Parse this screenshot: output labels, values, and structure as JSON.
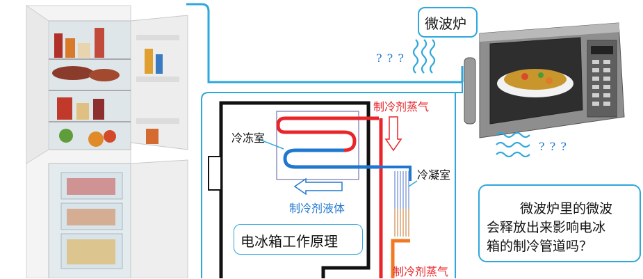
{
  "labels": {
    "microwave": "微波炉",
    "waves_q_top": "? ? ?",
    "waves_q_right": "? ? ?",
    "vapor_top": "制冷剂蒸气",
    "vapor_bottom": "制冷剂蒸气",
    "freezer": "冷冻室",
    "condenser": "冷凝室",
    "liquid": "制冷剂液体",
    "title": "电冰箱工作原理"
  },
  "question": {
    "line1": "微波炉里的微波",
    "line2": "会释放出来影响电冰",
    "line3": "箱的制冷管道吗？"
  },
  "colors": {
    "frame_blue": "#2ea7dc",
    "pipe_red": "#e8262a",
    "pipe_blue": "#1f77d0",
    "red_text": "#e8262a",
    "blue_text": "#1f77d0",
    "pipe_orange": "#f07a22"
  }
}
